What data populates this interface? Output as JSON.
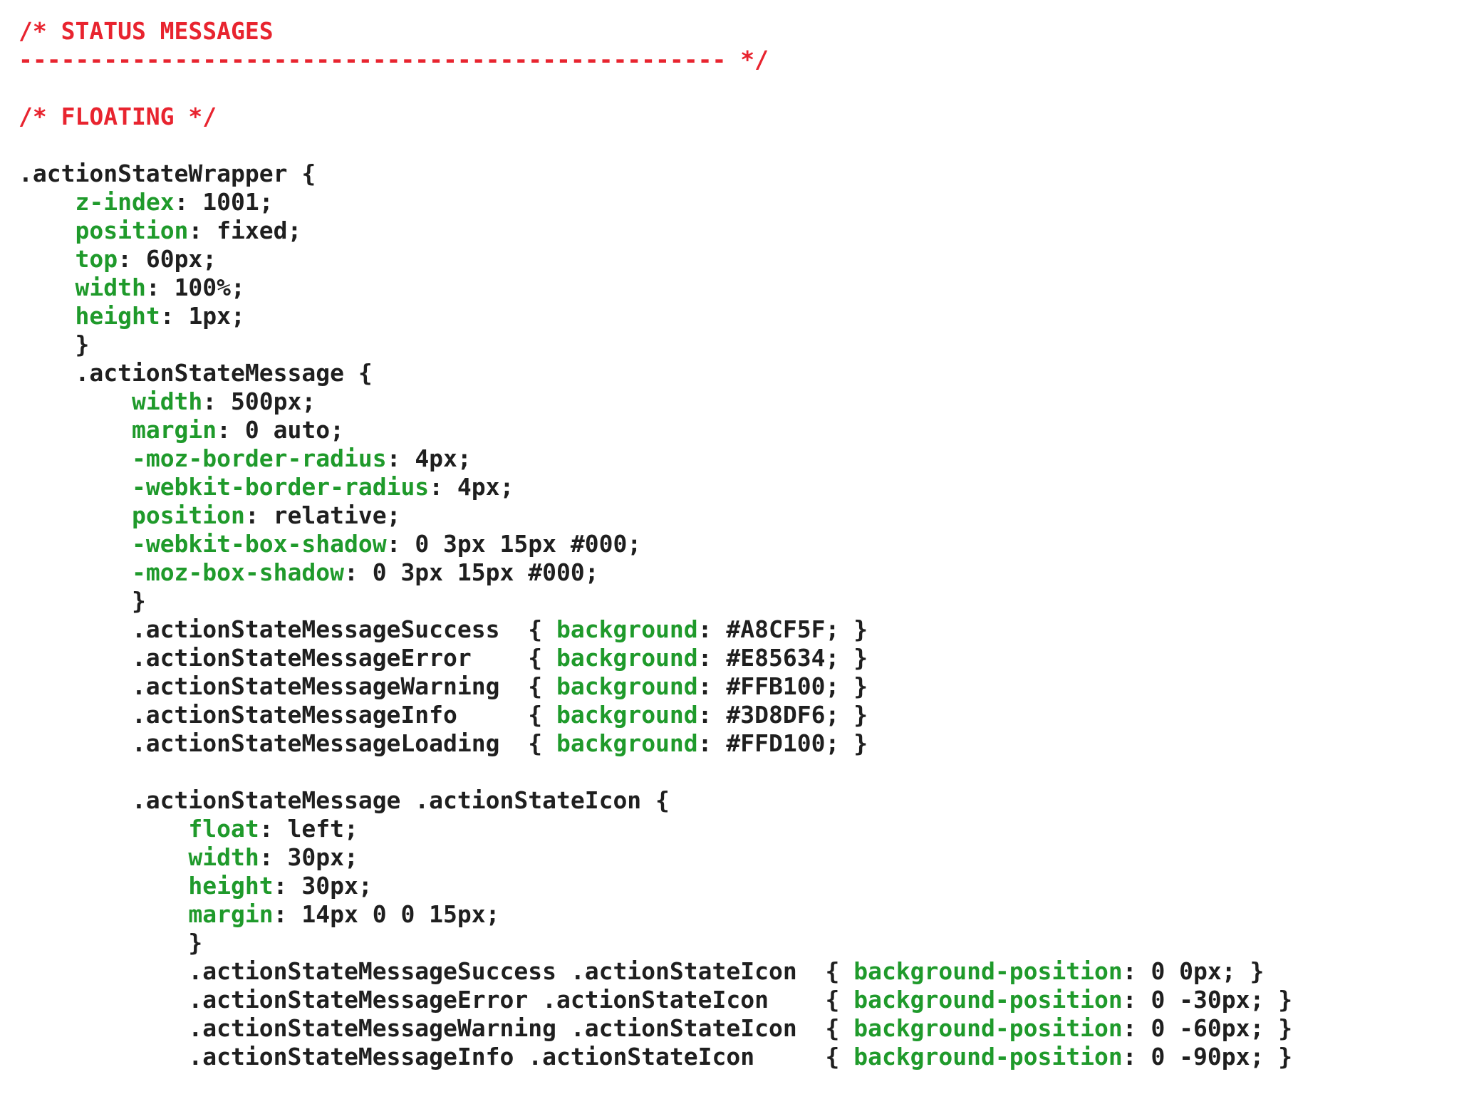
{
  "lines": [
    [
      [
        "comment",
        "/* STATUS MESSAGES"
      ]
    ],
    [
      [
        "comment",
        "-------------------------------------------------- */"
      ]
    ],
    [],
    [
      [
        "comment",
        "/* FLOATING */"
      ]
    ],
    [],
    [
      [
        "plain",
        ".actionStateWrapper {"
      ]
    ],
    [
      [
        "plain",
        "    "
      ],
      [
        "prop",
        "z-index"
      ],
      [
        "plain",
        ": 1001;"
      ]
    ],
    [
      [
        "plain",
        "    "
      ],
      [
        "prop",
        "position"
      ],
      [
        "plain",
        ": fixed;"
      ]
    ],
    [
      [
        "plain",
        "    "
      ],
      [
        "prop",
        "top"
      ],
      [
        "plain",
        ": 60px;"
      ]
    ],
    [
      [
        "plain",
        "    "
      ],
      [
        "prop",
        "width"
      ],
      [
        "plain",
        ": 100%;"
      ]
    ],
    [
      [
        "plain",
        "    "
      ],
      [
        "prop",
        "height"
      ],
      [
        "plain",
        ": 1px;"
      ]
    ],
    [
      [
        "plain",
        "    }"
      ]
    ],
    [
      [
        "plain",
        "    .actionStateMessage {"
      ]
    ],
    [
      [
        "plain",
        "        "
      ],
      [
        "prop",
        "width"
      ],
      [
        "plain",
        ": 500px;"
      ]
    ],
    [
      [
        "plain",
        "        "
      ],
      [
        "prop",
        "margin"
      ],
      [
        "plain",
        ": 0 auto;"
      ]
    ],
    [
      [
        "plain",
        "        "
      ],
      [
        "prop",
        "-moz-border-radius"
      ],
      [
        "plain",
        ": 4px;"
      ]
    ],
    [
      [
        "plain",
        "        "
      ],
      [
        "prop",
        "-webkit-border-radius"
      ],
      [
        "plain",
        ": 4px;"
      ]
    ],
    [
      [
        "plain",
        "        "
      ],
      [
        "prop",
        "position"
      ],
      [
        "plain",
        ": relative;"
      ]
    ],
    [
      [
        "plain",
        "        "
      ],
      [
        "prop",
        "-webkit-box-shadow"
      ],
      [
        "plain",
        ": 0 3px 15px #000;"
      ]
    ],
    [
      [
        "plain",
        "        "
      ],
      [
        "prop",
        "-moz-box-shadow"
      ],
      [
        "plain",
        ": 0 3px 15px #000;"
      ]
    ],
    [
      [
        "plain",
        "        }"
      ]
    ],
    [
      [
        "plain",
        "        .actionStateMessageSuccess  { "
      ],
      [
        "prop",
        "background"
      ],
      [
        "plain",
        ": #A8CF5F; }"
      ]
    ],
    [
      [
        "plain",
        "        .actionStateMessageError    { "
      ],
      [
        "prop",
        "background"
      ],
      [
        "plain",
        ": #E85634; }"
      ]
    ],
    [
      [
        "plain",
        "        .actionStateMessageWarning  { "
      ],
      [
        "prop",
        "background"
      ],
      [
        "plain",
        ": #FFB100; }"
      ]
    ],
    [
      [
        "plain",
        "        .actionStateMessageInfo     { "
      ],
      [
        "prop",
        "background"
      ],
      [
        "plain",
        ": #3D8DF6; }"
      ]
    ],
    [
      [
        "plain",
        "        .actionStateMessageLoading  { "
      ],
      [
        "prop",
        "background"
      ],
      [
        "plain",
        ": #FFD100; }"
      ]
    ],
    [],
    [
      [
        "plain",
        "        .actionStateMessage .actionStateIcon {"
      ]
    ],
    [
      [
        "plain",
        "            "
      ],
      [
        "prop",
        "float"
      ],
      [
        "plain",
        ": left;"
      ]
    ],
    [
      [
        "plain",
        "            "
      ],
      [
        "prop",
        "width"
      ],
      [
        "plain",
        ": 30px;"
      ]
    ],
    [
      [
        "plain",
        "            "
      ],
      [
        "prop",
        "height"
      ],
      [
        "plain",
        ": 30px;"
      ]
    ],
    [
      [
        "plain",
        "            "
      ],
      [
        "prop",
        "margin"
      ],
      [
        "plain",
        ": 14px 0 0 15px;"
      ]
    ],
    [
      [
        "plain",
        "            }"
      ]
    ],
    [
      [
        "plain",
        "            .actionStateMessageSuccess .actionStateIcon  { "
      ],
      [
        "prop",
        "background-position"
      ],
      [
        "plain",
        ": 0 0px; }"
      ]
    ],
    [
      [
        "plain",
        "            .actionStateMessageError .actionStateIcon    { "
      ],
      [
        "prop",
        "background-position"
      ],
      [
        "plain",
        ": 0 -30px; }"
      ]
    ],
    [
      [
        "plain",
        "            .actionStateMessageWarning .actionStateIcon  { "
      ],
      [
        "prop",
        "background-position"
      ],
      [
        "plain",
        ": 0 -60px; }"
      ]
    ],
    [
      [
        "plain",
        "            .actionStateMessageInfo .actionStateIcon     { "
      ],
      [
        "prop",
        "background-position"
      ],
      [
        "plain",
        ": 0 -90px; }"
      ]
    ]
  ],
  "colors": {
    "comment": "#e8242f",
    "property": "#1f9a2b",
    "text": "#1f1f1f",
    "background": "#ffffff"
  }
}
